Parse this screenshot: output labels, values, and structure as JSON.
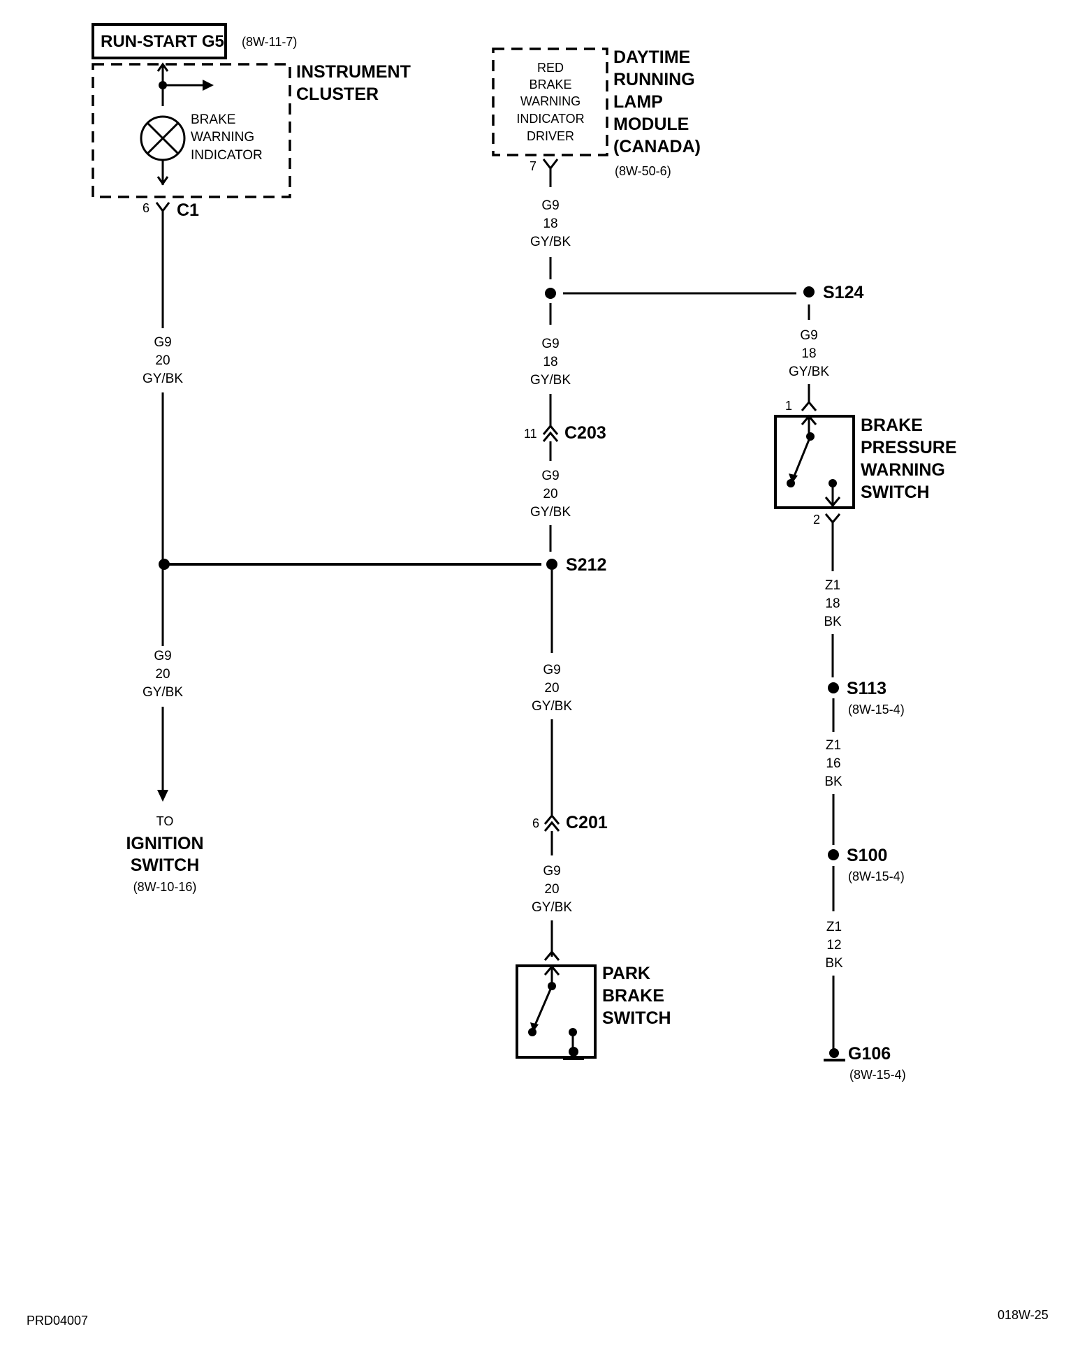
{
  "power_source": {
    "label": "RUN-START G5",
    "ref": "(8W-11-7)"
  },
  "instrument_cluster": {
    "title": [
      "INSTRUMENT",
      "CLUSTER"
    ],
    "indicator": [
      "BRAKE",
      "WARNING",
      "INDICATOR"
    ],
    "pin": "6",
    "connector": "C1"
  },
  "drl_module": {
    "title": [
      "DAYTIME",
      "RUNNING",
      "LAMP",
      "MODULE",
      "(CANADA)"
    ],
    "ref": "(8W-50-6)",
    "driver": [
      "RED",
      "BRAKE",
      "WARNING",
      "INDICATOR",
      "DRIVER"
    ],
    "pin": "7"
  },
  "wires": {
    "cluster_to_s212": [
      "G9",
      "20",
      "GY/BK"
    ],
    "s212_to_ignition": [
      "G9",
      "20",
      "GY/BK"
    ],
    "drl_to_node": [
      "G9",
      "18",
      "GY/BK"
    ],
    "node_to_c203": [
      "G9",
      "18",
      "GY/BK"
    ],
    "c203_to_s212": [
      "G9",
      "20",
      "GY/BK"
    ],
    "s212_to_c201": [
      "G9",
      "20",
      "GY/BK"
    ],
    "c201_to_park": [
      "G9",
      "20",
      "GY/BK"
    ],
    "s124_to_bpws": [
      "G9",
      "18",
      "GY/BK"
    ],
    "bpws_to_s113": [
      "Z1",
      "18",
      "BK"
    ],
    "s113_to_s100": [
      "Z1",
      "16",
      "BK"
    ],
    "s100_to_g106": [
      "Z1",
      "12",
      "BK"
    ]
  },
  "splices": {
    "s124": "S124",
    "s212": "S212",
    "s113": "S113",
    "s113_ref": "(8W-15-4)",
    "s100": "S100",
    "s100_ref": "(8W-15-4)"
  },
  "connectors": {
    "c203": "C203",
    "c203_pin": "11",
    "c201": "C201",
    "c201_pin": "6"
  },
  "brake_pressure_switch": {
    "title": [
      "BRAKE",
      "PRESSURE",
      "WARNING",
      "SWITCH"
    ],
    "pin_top": "1",
    "pin_bottom": "2"
  },
  "park_brake_switch": {
    "title": [
      "PARK",
      "BRAKE",
      "SWITCH"
    ]
  },
  "ignition": {
    "to": "TO",
    "title": [
      "IGNITION",
      "SWITCH"
    ],
    "ref": "(8W-10-16)"
  },
  "ground": {
    "label": "G106",
    "ref": "(8W-15-4)"
  },
  "footer": {
    "left": "PRD04007",
    "right": "018W-25"
  }
}
